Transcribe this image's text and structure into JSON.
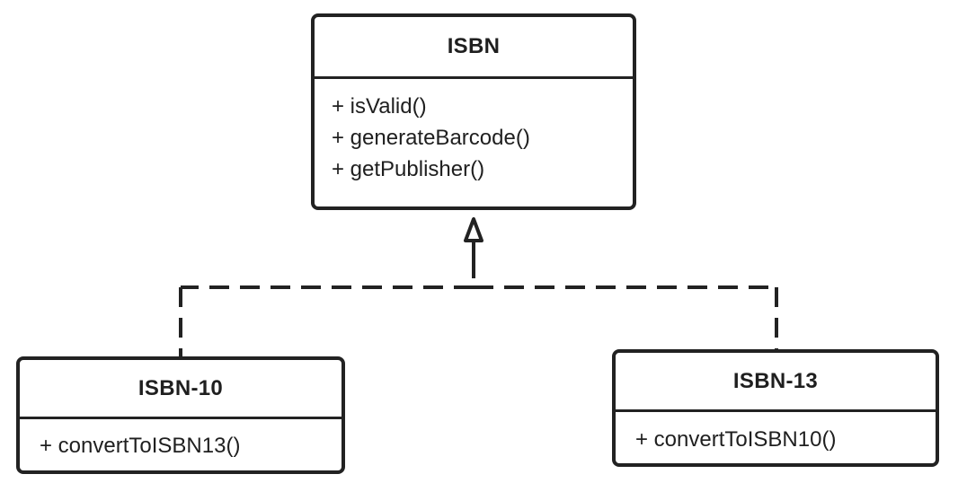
{
  "diagram": {
    "classes": {
      "parent": {
        "name": "ISBN",
        "methods": [
          "+ isValid()",
          "+ generateBarcode()",
          "+ getPublisher()"
        ]
      },
      "child_left": {
        "name": "ISBN-10",
        "methods": [
          "+ convertToISBN13()"
        ]
      },
      "child_right": {
        "name": "ISBN-13",
        "methods": [
          "+ convertToISBN10()"
        ]
      }
    },
    "relationships": [
      {
        "type": "realization",
        "from": "ISBN-10",
        "to": "ISBN",
        "line": "dashed",
        "arrowhead": "hollow-triangle"
      },
      {
        "type": "realization",
        "from": "ISBN-13",
        "to": "ISBN",
        "line": "dashed",
        "arrowhead": "hollow-triangle"
      }
    ],
    "colors": {
      "stroke": "#222222",
      "background": "#ffffff",
      "text": "#1f1f1f"
    }
  }
}
